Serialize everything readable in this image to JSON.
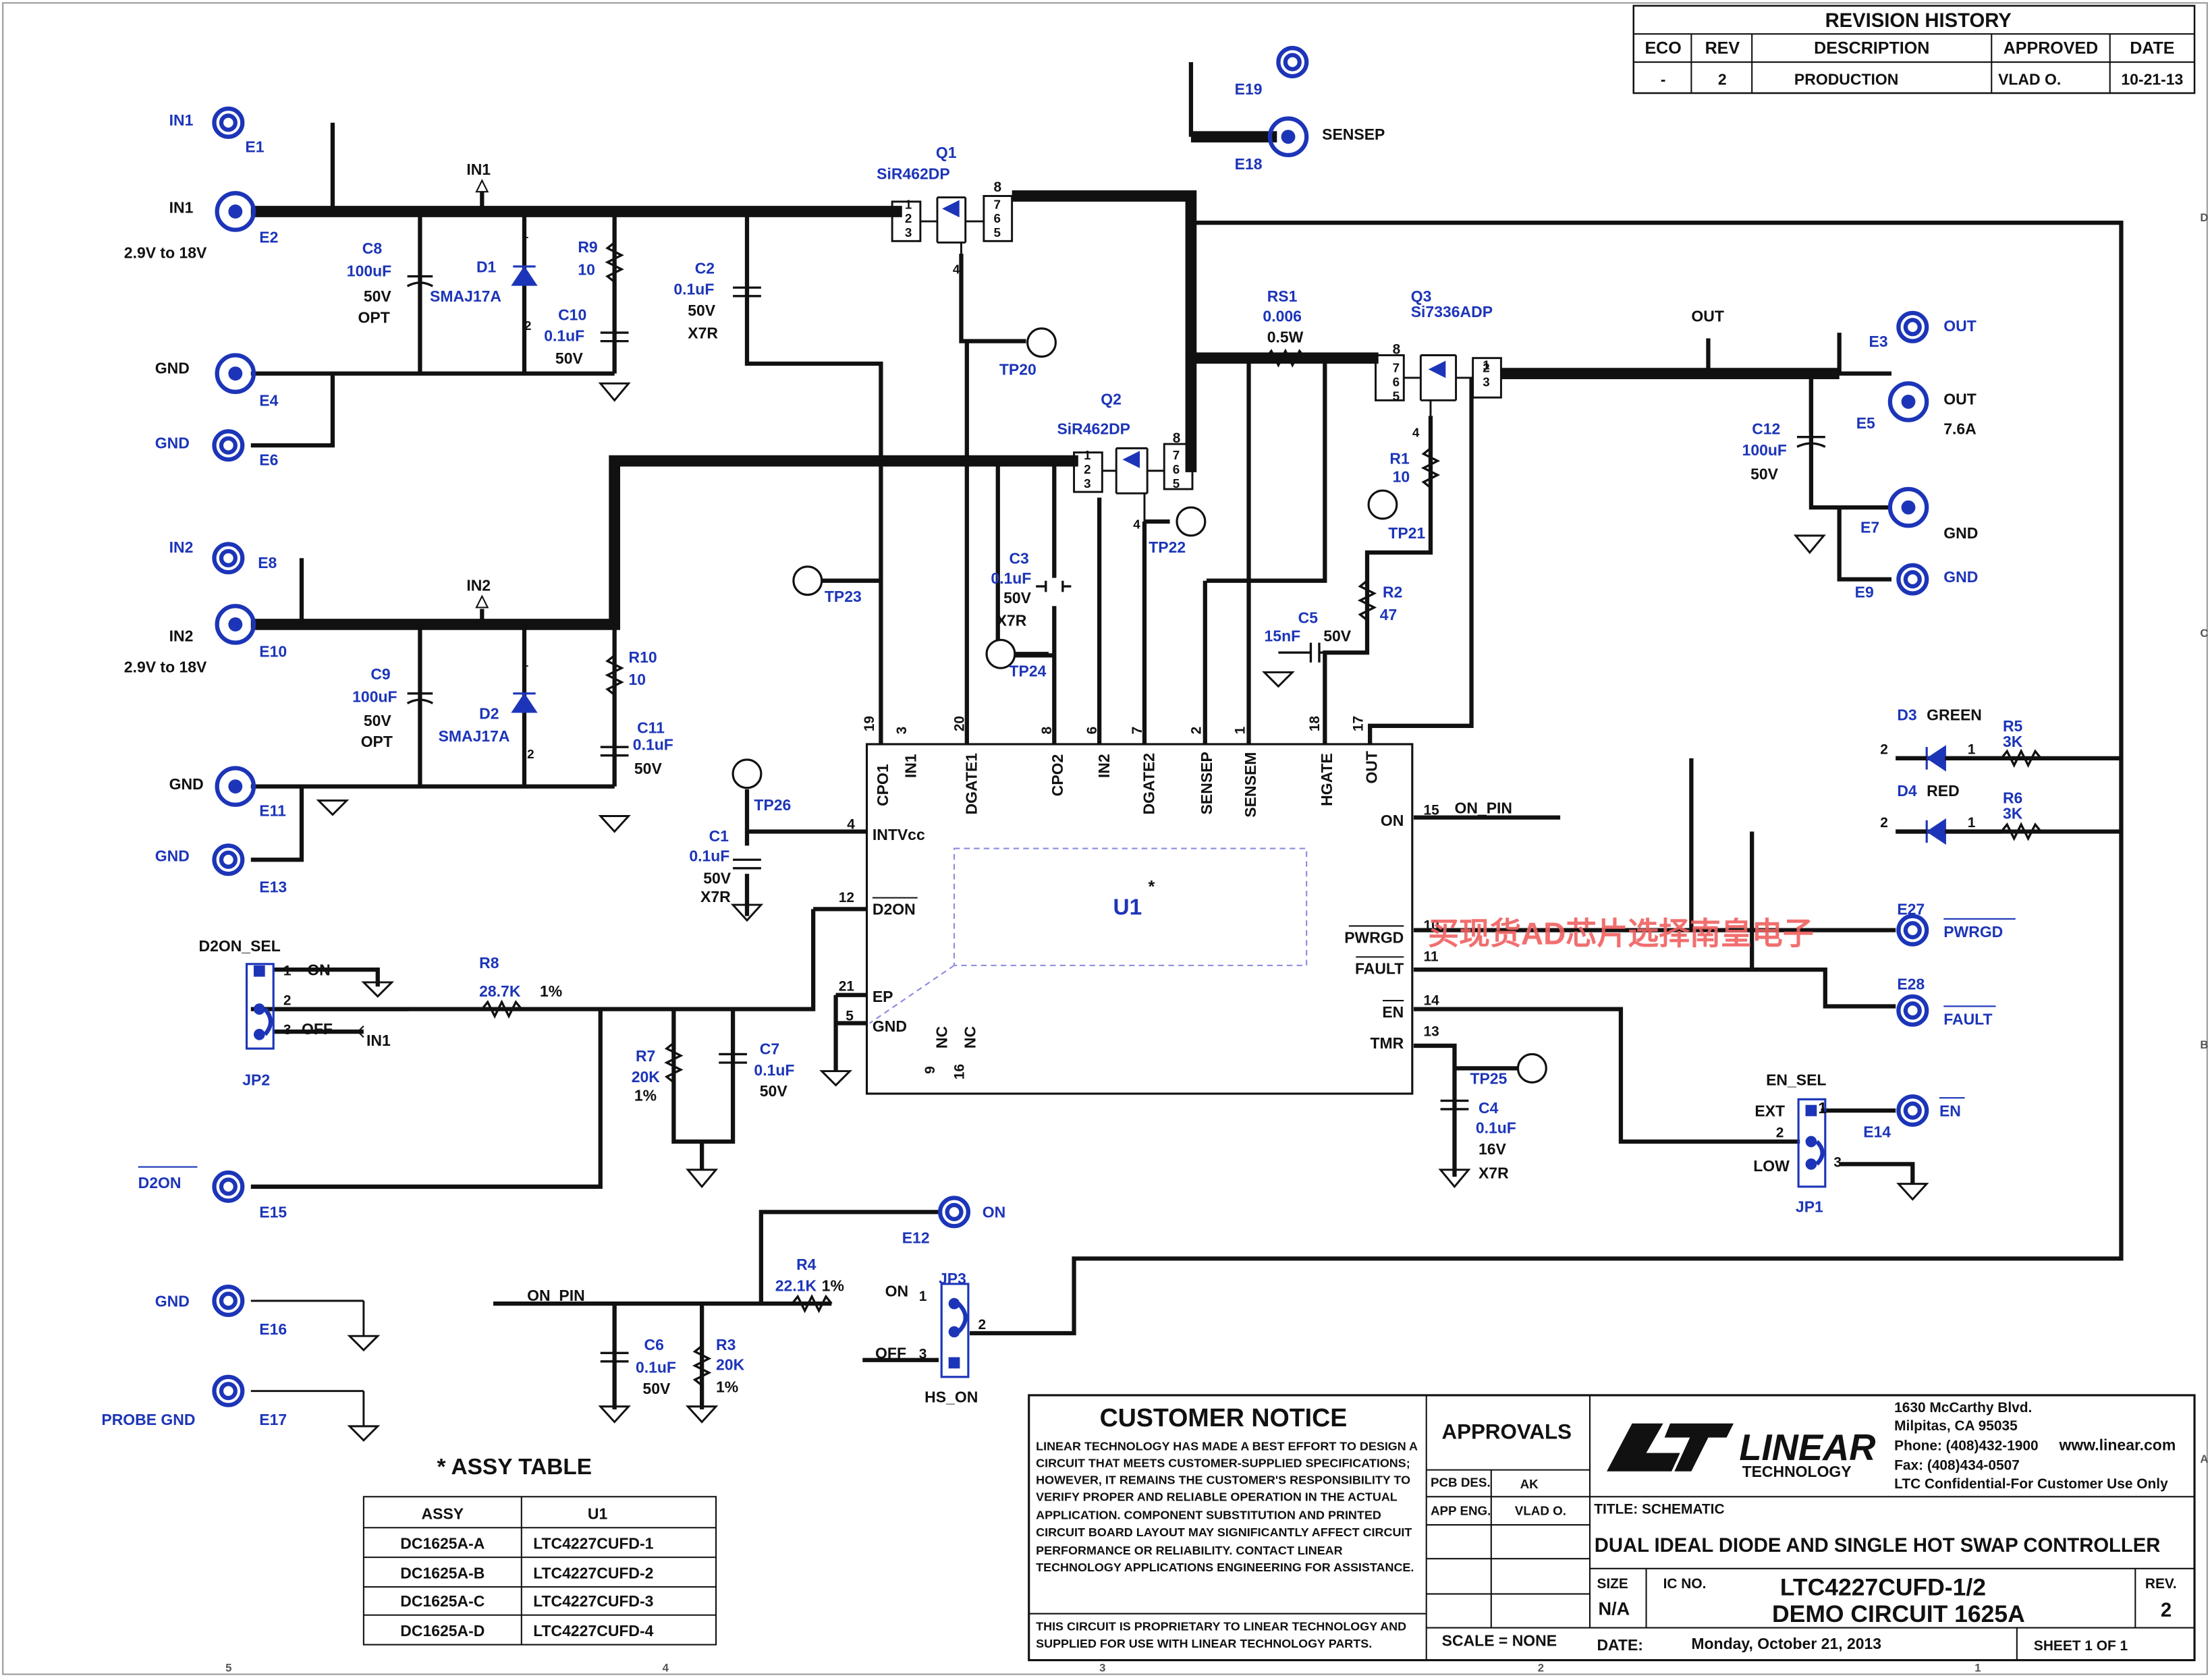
{
  "revision_history": {
    "title": "REVISION HISTORY",
    "headers": [
      "ECO",
      "REV",
      "DESCRIPTION",
      "APPROVED",
      "DATE"
    ],
    "row": [
      "-",
      "2",
      "PRODUCTION",
      "VLAD O.",
      "10-21-13"
    ]
  },
  "labels": {
    "in1_small": "IN1",
    "in1": "IN1",
    "in1_range": "2.9V to 18V",
    "gnd_e4": "GND",
    "gnd_e6": "GND",
    "in2_small": "IN2",
    "in2": "IN2",
    "in2_range": "2.9V to 18V",
    "gnd_e11": "GND",
    "gnd_e13": "GND",
    "d2on": "D2ON",
    "gnd_e16": "GND",
    "probe_gnd": "PROBE GND",
    "sensep": "SENSEP",
    "out_e3": "OUT",
    "out_e5": "OUT",
    "out_current": "7.6A",
    "gnd_e7": "GND",
    "gnd_e9": "GND",
    "pwrgd": "PWRGD",
    "fault": "FAULT",
    "en": "EN",
    "on_e12": "ON"
  },
  "terminals": {
    "e1": "E1",
    "e2": "E2",
    "e3": "E3",
    "e4": "E4",
    "e5": "E5",
    "e6": "E6",
    "e7": "E7",
    "e8": "E8",
    "e9": "E9",
    "e10": "E10",
    "e11": "E11",
    "e12": "E12",
    "e13": "E13",
    "e14": "E14",
    "e15": "E15",
    "e16": "E16",
    "e17": "E17",
    "e18": "E18",
    "e19": "E19",
    "e27": "E27",
    "e28": "E28"
  },
  "nets": {
    "in1": "IN1",
    "in2": "IN2",
    "out": "OUT",
    "on_pin": "ON_PIN"
  },
  "test_points": {
    "tp20": "TP20",
    "tp21": "TP21",
    "tp22": "TP22",
    "tp23": "TP23",
    "tp24": "TP24",
    "tp25": "TP25",
    "tp26": "TP26"
  },
  "components": {
    "q1": {
      "ref": "Q1",
      "part": "SiR462DP"
    },
    "q2": {
      "ref": "Q2",
      "part": "SiR462DP"
    },
    "q3": {
      "ref": "Q3",
      "part": "Si7336ADP"
    },
    "c8": {
      "ref": "C8",
      "value": "100uF",
      "voltage": "50V",
      "note": "OPT"
    },
    "c9": {
      "ref": "C9",
      "value": "100uF",
      "voltage": "50V",
      "note": "OPT"
    },
    "d1": {
      "ref": "D1",
      "part": "SMAJ17A"
    },
    "d2": {
      "ref": "D2",
      "part": "SMAJ17A"
    },
    "r9": {
      "ref": "R9",
      "value": "10"
    },
    "r10": {
      "ref": "R10",
      "value": "10"
    },
    "c10": {
      "ref": "C10",
      "value": "0.1uF",
      "voltage": "50V"
    },
    "c11": {
      "ref": "C11",
      "value": "0.1uF",
      "voltage": "50V"
    },
    "c2": {
      "ref": "C2",
      "value": "0.1uF",
      "voltage": "50V",
      "dielectric": "X7R"
    },
    "c3": {
      "ref": "C3",
      "value": "0.1uF",
      "voltage": "50V",
      "dielectric": "X7R"
    },
    "c1": {
      "ref": "C1",
      "value": "0.1uF",
      "voltage": "50V",
      "dielectric": "X7R"
    },
    "rs1": {
      "ref": "RS1",
      "value": "0.006",
      "power": "0.5W"
    },
    "r1": {
      "ref": "R1",
      "value": "10"
    },
    "r2": {
      "ref": "R2",
      "value": "47"
    },
    "c5": {
      "ref": "C5",
      "value": "15nF",
      "voltage": "50V"
    },
    "c12": {
      "ref": "C12",
      "value": "100uF",
      "voltage": "50V"
    },
    "d3": {
      "ref": "D3",
      "color": "GREEN"
    },
    "d4": {
      "ref": "D4",
      "color": "RED"
    },
    "r5": {
      "ref": "R5",
      "value": "3K"
    },
    "r6": {
      "ref": "R6",
      "value": "3K"
    },
    "r8": {
      "ref": "R8",
      "value": "28.7K",
      "tolerance": "1%"
    },
    "r7": {
      "ref": "R7",
      "value": "20K",
      "tolerance": "1%"
    },
    "c7": {
      "ref": "C7",
      "value": "0.1uF",
      "voltage": "50V"
    },
    "c4": {
      "ref": "C4",
      "value": "0.1uF",
      "voltage": "16V",
      "dielectric": "X7R"
    },
    "r4": {
      "ref": "R4",
      "value": "22.1K",
      "tolerance": "1%"
    },
    "c6": {
      "ref": "C6",
      "value": "0.1uF",
      "voltage": "50V"
    },
    "r3": {
      "ref": "R3",
      "value": "20K",
      "tolerance": "1%"
    }
  },
  "jumpers": {
    "jp1": {
      "title": "EN_SEL",
      "ref": "JP1",
      "ext": "EXT",
      "low": "LOW",
      "pin1": "1"
    },
    "jp2": {
      "title": "D2ON_SEL",
      "ref": "JP2",
      "on": "ON",
      "off": "OFF"
    },
    "jp3": {
      "title": "HS_ON",
      "ref": "JP3",
      "on": "ON",
      "off": "OFF"
    }
  },
  "u1": {
    "designator": "U1",
    "asterisk": "*",
    "pins": [
      {
        "name": "CPO1",
        "number": "19"
      },
      {
        "name": "IN1",
        "number": "3"
      },
      {
        "name": "DGATE1",
        "number": "20"
      },
      {
        "name": "CPO2",
        "number": "8"
      },
      {
        "name": "IN2",
        "number": "6"
      },
      {
        "name": "DGATE2",
        "number": "7"
      },
      {
        "name": "SENSEP",
        "number": "2"
      },
      {
        "name": "SENSEM",
        "number": "1"
      },
      {
        "name": "HGATE",
        "number": "18"
      },
      {
        "name": "OUT",
        "number": "17"
      },
      {
        "name": "INTVcc",
        "number": "4"
      },
      {
        "name": "D2ON",
        "number": "12"
      },
      {
        "name": "EP",
        "number": "21"
      },
      {
        "name": "GND",
        "number": "5"
      },
      {
        "name": "NC",
        "number": "9"
      },
      {
        "name": "NC",
        "number": "16"
      },
      {
        "name": "ON",
        "number": "15"
      },
      {
        "name": "PWRGD",
        "number": "10"
      },
      {
        "name": "FAULT",
        "number": "11"
      },
      {
        "name": "EN",
        "number": "14"
      },
      {
        "name": "TMR",
        "number": "13"
      }
    ]
  },
  "watermark": {
    "text": "买现货AD芯片选择南皇电子"
  },
  "assy_table": {
    "title": "*  ASSY TABLE",
    "headers": [
      "ASSY",
      "U1"
    ],
    "rows": [
      [
        "DC1625A-A",
        "LTC4227CUFD-1"
      ],
      [
        "DC1625A-B",
        "LTC4227CUFD-2"
      ],
      [
        "DC1625A-C",
        "LTC4227CUFD-3"
      ],
      [
        "DC1625A-D",
        "LTC4227CUFD-4"
      ]
    ]
  },
  "title_block": {
    "customer_notice": {
      "title": "CUSTOMER NOTICE",
      "lines": [
        "LINEAR TECHNOLOGY HAS MADE A BEST EFFORT TO DESIGN A",
        "CIRCUIT THAT MEETS CUSTOMER-SUPPLIED SPECIFICATIONS;",
        "HOWEVER, IT REMAINS THE CUSTOMER'S RESPONSIBILITY TO",
        "VERIFY PROPER AND RELIABLE OPERATION IN THE ACTUAL",
        "APPLICATION.  COMPONENT SUBSTITUTION AND PRINTED",
        "CIRCUIT BOARD LAYOUT MAY SIGNIFICANTLY AFFECT CIRCUIT",
        "PERFORMANCE OR RELIABILITY.  CONTACT LINEAR",
        "TECHNOLOGY APPLICATIONS ENGINEERING FOR ASSISTANCE."
      ]
    },
    "proprietary": [
      "THIS CIRCUIT IS PROPRIETARY TO LINEAR TECHNOLOGY AND",
      "SUPPLIED FOR USE WITH LINEAR TECHNOLOGY PARTS."
    ],
    "approvals": {
      "title": "APPROVALS",
      "pcb_des_label": "PCB DES.",
      "pcb_des_value": "AK",
      "app_eng_label": "APP ENG.",
      "app_eng_value": "VLAD O."
    },
    "scale": "SCALE = NONE",
    "company": {
      "logo_wordmark": "LINEAR",
      "logo_subtext": "TECHNOLOGY",
      "address_line_1": "1630 McCarthy Blvd.",
      "address_line_2": "Milpitas, CA 95035",
      "phone": "Phone: (408)432-1900",
      "website": "www.linear.com",
      "fax": "Fax: (408)434-0507",
      "confidential": "LTC Confidential-For Customer Use Only"
    },
    "title_label": "TITLE:  SCHEMATIC",
    "title": "DUAL IDEAL DIODE AND SINGLE HOT SWAP CONTROLLER",
    "size_label": "SIZE",
    "size_value": "N/A",
    "ic_no_label": "IC NO.",
    "ic_number": "LTC4227CUFD-1/2",
    "demo_circuit": "DEMO CIRCUIT 1625A",
    "rev_label": "REV.",
    "rev_value": "2",
    "date_label": "DATE:",
    "date_value": "Monday, October 21, 2013",
    "sheet": "SHEET    1     OF     1"
  },
  "zones": {
    "bottom": [
      "5",
      "4",
      "3",
      "2",
      "1"
    ],
    "right": [
      "D",
      "C",
      "B",
      "A"
    ]
  },
  "colors": {
    "wire": "#111111",
    "component_blue": "#1c35b8",
    "watermark": "#f06060"
  }
}
